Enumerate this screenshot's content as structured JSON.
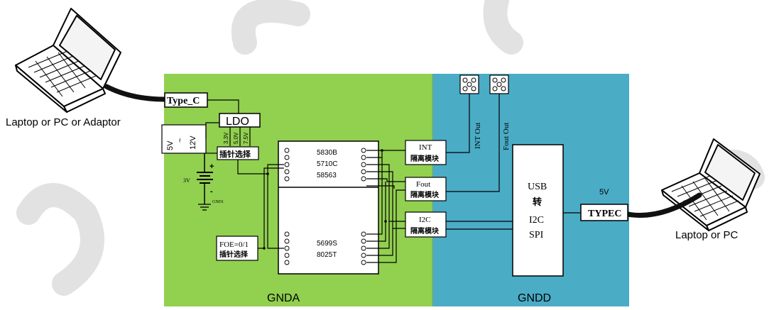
{
  "colors": {
    "gnda_fill": "#92d050",
    "gndd_fill": "#4bacc6",
    "wire": "#000000",
    "cable": "#111111",
    "watermark": "#dcdcdc"
  },
  "labels": {
    "laptop_left": "Laptop or PC or Adaptor",
    "laptop_right": "Laptop or PC",
    "gnda": "GNDA",
    "gndd": "GNDD",
    "type_c": "Type_C",
    "ldo": "LDO",
    "input_5v": "5V",
    "input_tilde": "~",
    "input_12v": "12V",
    "ldo_v33": "3.3V",
    "ldo_v50": "5.0V",
    "ldo_v75": "7.5V",
    "jumper_select": "插针选择",
    "battery_voltage": "3V",
    "battery_plus": "+",
    "battery_minus": "-",
    "battery_gnd": "GND1",
    "chip_top_line1": "5830B",
    "chip_top_line2": "5710C",
    "chip_top_line3": "58563",
    "chip_bottom_line1": "5699S",
    "chip_bottom_line2": "8025T",
    "foe": "FOE=0/1",
    "foe_select": "插针选择",
    "iso_int_title": "INT",
    "iso_fout_title": "Fout",
    "iso_i2c_title": "I2C",
    "iso_sub": "隔离模块",
    "int_out": "INT Out",
    "fout_out": "Fout Out",
    "usb_line1": "USB",
    "usb_line2": "转",
    "usb_line3": "I2C",
    "usb_line4": "SPI",
    "v5": "5V",
    "typec": "TYPEC"
  },
  "icons": {
    "laptop_left": "laptop-icon",
    "laptop_right": "laptop-icon",
    "ground": "ground-icon",
    "battery": "battery-icon",
    "connector": "pin-header-icon"
  }
}
